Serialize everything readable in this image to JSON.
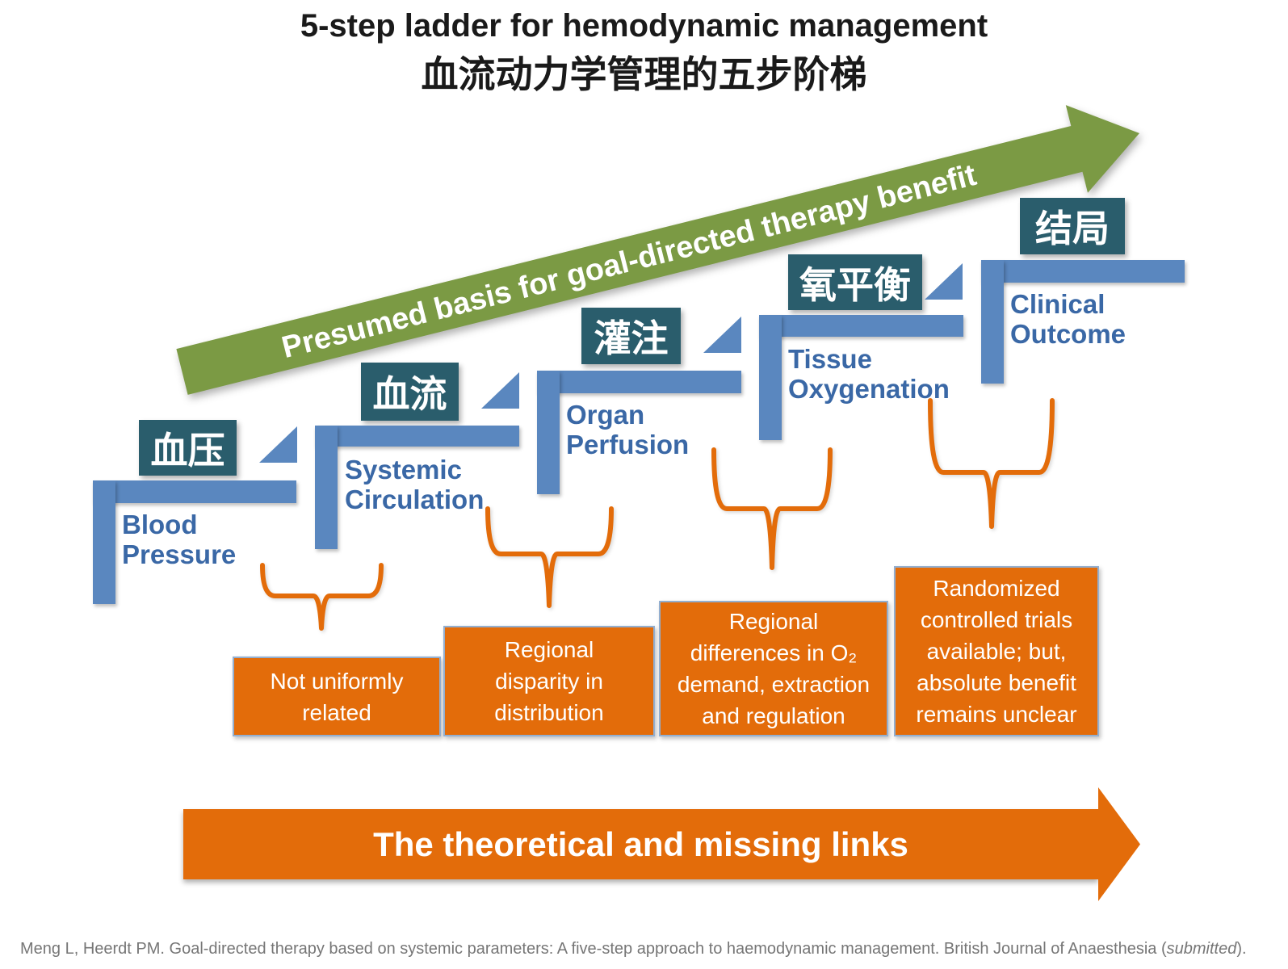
{
  "colors": {
    "green": "#7B9A44",
    "blue": "#5A87BF",
    "teal": "#2A5D6C",
    "orange": "#E36C0A",
    "step_text": "#3A68A6",
    "box_border": "#93AFD0",
    "citation_gray": "#767676"
  },
  "title": {
    "en": "5-step ladder for hemodynamic management",
    "zh": "血流动力学管理的五步阶梯"
  },
  "green_arrow": {
    "label": "Presumed basis for goal-directed therapy benefit"
  },
  "steps": [
    {
      "zh": "血压",
      "en": "Blood Pressure"
    },
    {
      "zh": "血流",
      "en": "Systemic Circulation"
    },
    {
      "zh": "灌注",
      "en": "Organ Perfusion"
    },
    {
      "zh": "氧平衡",
      "en": "Tissue Oxygenation"
    },
    {
      "zh": "结局",
      "en": "Clinical Outcome"
    }
  ],
  "gap_notes": [
    "Not uniformly related",
    "Regional disparity in distribution",
    "Regional differences in O₂ demand, extraction and regulation",
    "Randomized controlled trials available; but, absolute benefit remains unclear"
  ],
  "bottom_arrow": {
    "label": "The theoretical and missing links"
  },
  "citation": {
    "pre": "Meng L, Heerdt PM. Goal-directed therapy based on systemic parameters: A five-step approach to haemodynamic management. British Journal of Anaesthesia (",
    "italic": "submitted",
    "post": ")."
  }
}
